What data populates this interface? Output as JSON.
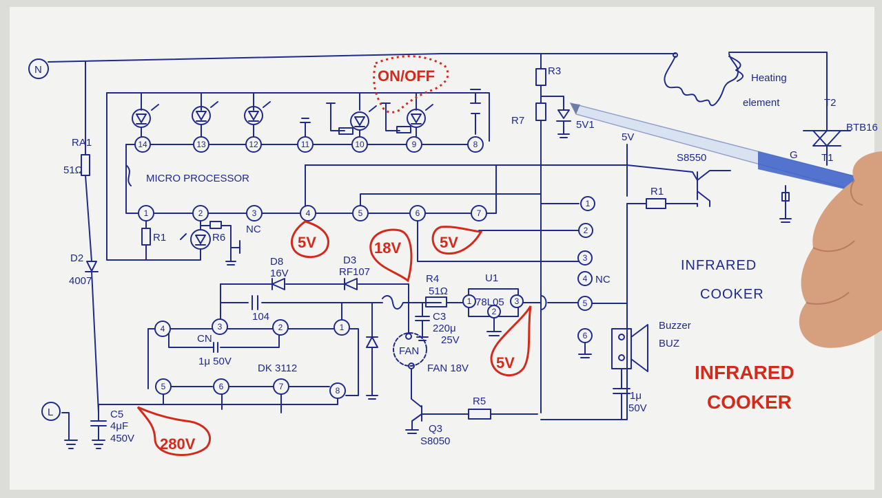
{
  "labels": {
    "terminal_n": "N",
    "terminal_l": "L",
    "ra1": "RA1",
    "ra1_val": "51Ω",
    "d2": "D2",
    "d2_val": "4007",
    "c5": "C5",
    "c5_val1": "4μF",
    "c5_val2": "450V",
    "micro": "MICRO PROCESSOR",
    "r1_left": "R1",
    "r6": "R6",
    "nc_mcu": "NC",
    "onoff": "ON/OFF",
    "r3": "R3",
    "r7": "R7",
    "zener_5v1": "5V1",
    "heating1": "Heating",
    "heating2": "element",
    "t2": "T2",
    "btb": "BTB16",
    "g": "G",
    "t1": "T1",
    "tr_5v": "5V",
    "s8550": "S8550",
    "r1_right": "R1",
    "d8": "D8",
    "d8_val": "16V",
    "d3": "D3",
    "d3_val": "RF107",
    "c104": "104",
    "r4": "R4",
    "r4_val": "51Ω",
    "u1": "U1",
    "u1_part": "78L05",
    "c3": "C3",
    "c3_val1": "220μ",
    "c3_val2": "25V",
    "fan": "FAN",
    "fan_label": "FAN 18V",
    "cn": "CN",
    "cn_val": "1μ 50V",
    "dk": "DK 3112",
    "r5": "R5",
    "q3": "Q3",
    "q3_part": "S8050",
    "nc_conn": "NC",
    "infrared1": "INFRARED",
    "cooker1": "COOKER",
    "buzzer": "Buzzer",
    "buz": "BUZ",
    "cap_val1": "1μ",
    "cap_val2": "50V"
  },
  "annotations": {
    "v280": "280V",
    "v5_left": "5V",
    "v18": "18V",
    "v5_mid": "5V",
    "v5_bottom": "5V",
    "title1": "INFRARED",
    "title2": "COOKER"
  },
  "mcu_pins_top": [
    "14",
    "13",
    "12",
    "11",
    "10",
    "9",
    "8"
  ],
  "mcu_pins_bottom": [
    "1",
    "2",
    "3",
    "4",
    "5",
    "6",
    "7"
  ],
  "connector_pins": [
    "1",
    "2",
    "3",
    "4",
    "5",
    "6"
  ],
  "dk_pins_top": [
    "4",
    "3",
    "2",
    "1"
  ],
  "dk_pins_bottom": [
    "5",
    "6",
    "7",
    "8"
  ],
  "u1_pins": [
    "1",
    "2",
    "3"
  ],
  "colors": {
    "ink": "#1f2a8c",
    "annotation": "#d42a1c",
    "paper": "#f2f2f0"
  }
}
